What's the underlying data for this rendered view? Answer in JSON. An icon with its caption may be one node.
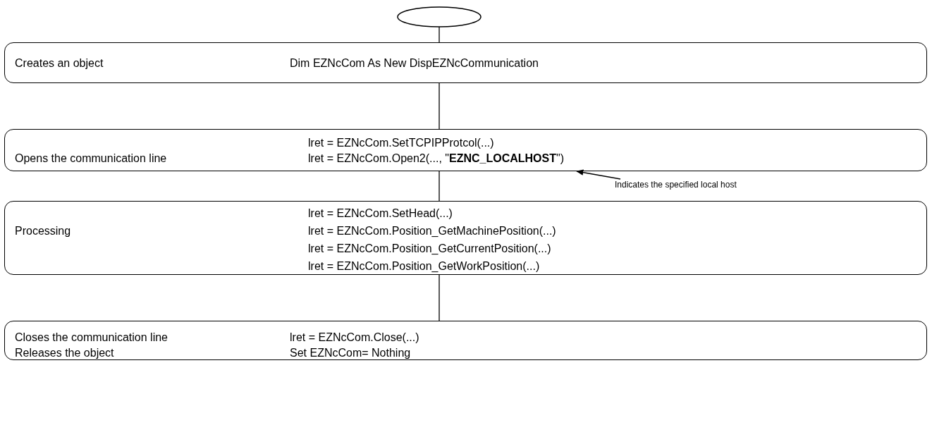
{
  "diagram": {
    "nodes": [
      {
        "text": [],
        "shape": "ellipse"
      },
      {
        "text": [
          "Creates an object",
          "Dim EZNcCom As New DispEZNcCommunication"
        ]
      },
      {
        "text": [
          "lret = EZNcCom.SetTCPIPProtcol(...)",
          "Opens the communication line",
          "lret = EZNcCom.Open2(..., \"**EZNC_LOCALHOST**\")"
        ]
      },
      {
        "text": [
          "Indicates the specified local host"
        ]
      },
      {
        "text": [
          "lret = EZNcCom.SetHead(...)",
          "Processing",
          "lret = EZNcCom.Position_GetMachinePosition(...)",
          "lret = EZNcCom.Position_GetCurrentPosition(...)",
          "lret = EZNcCom.Position_GetWorkPosition(...)"
        ]
      },
      {
        "text": [
          "Closes the communication line",
          "lret = EZNcCom.Close(...)",
          "Releases the object",
          "Set EZNcCom= Nothing"
        ]
      }
    ],
    "edges": [
      {
        "from": 0,
        "to": 1,
        "arrow": "none"
      },
      {
        "from": 1,
        "to": 2,
        "arrow": "none"
      },
      {
        "from": 3,
        "to": 2,
        "arrow": "to"
      },
      {
        "from": 2,
        "to": 4,
        "arrow": "none"
      },
      {
        "from": 4,
        "to": 5,
        "arrow": "none"
      }
    ]
  }
}
